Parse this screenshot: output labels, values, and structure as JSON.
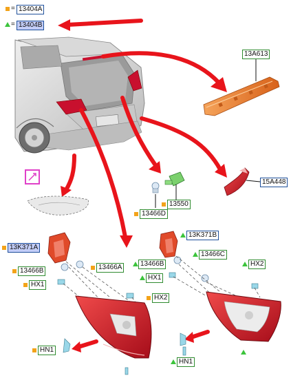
{
  "legend": {
    "square_code": "13404A",
    "triangle_code": "13404B",
    "equals": "="
  },
  "labels": {
    "high_mount_lamp": "13A613",
    "bracket_lamp": "15A448",
    "bulb_holder_code": "13550",
    "bulb_code": "13466D",
    "left_housing": "13K371A",
    "left_bulb_b": "13466B",
    "left_bulb_a": "13466A",
    "left_screw_hx1": "HX1",
    "left_screw_hx2": "HX2",
    "left_nut": "HN1",
    "right_housing": "13K371B",
    "right_bulb_b": "13466B",
    "right_bulb_c": "13466C",
    "right_screw_hx1": "HX1",
    "right_screw_hx2": "HX2",
    "right_nut": "HN1"
  },
  "colors": {
    "arrow_red": "#e8141b",
    "label_border_blue": "#1d4f9a",
    "label_border_green": "#2e8b2e",
    "square_bullet": "#f3a31a",
    "triangle_bullet": "#3cc43c",
    "lamp_red": "#c8102e",
    "lamp_orange": "#e8792b",
    "highlight_magenta": "#e040c8"
  }
}
